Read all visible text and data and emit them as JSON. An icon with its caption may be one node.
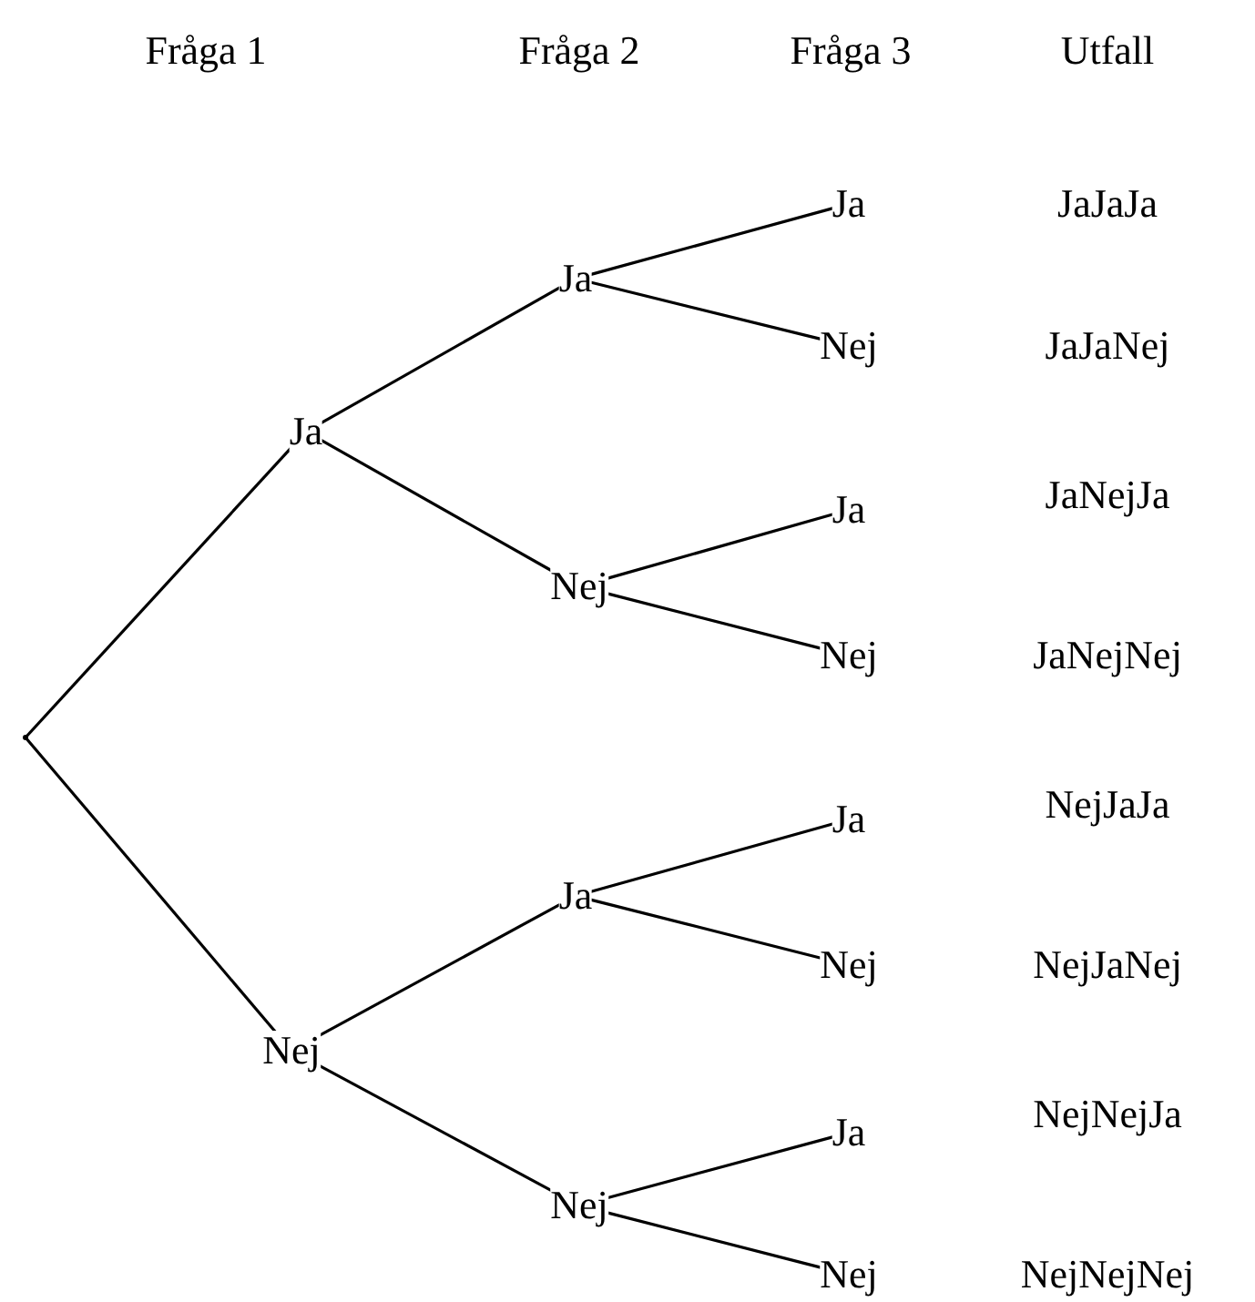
{
  "diagram": {
    "nodes": [
      {
        "text": [],
        "shape": "point"
      },
      {
        "text": [
          "Ja"
        ]
      },
      {
        "text": [
          "Ja"
        ]
      },
      {
        "text": [
          "Ja"
        ]
      },
      {
        "text": [
          "Nej"
        ]
      },
      {
        "text": [
          "Nej"
        ]
      },
      {
        "text": [
          "Ja"
        ]
      },
      {
        "text": [
          "Nej"
        ]
      },
      {
        "text": [
          "Nej"
        ]
      },
      {
        "text": [
          "Ja"
        ]
      },
      {
        "text": [
          "Ja"
        ]
      },
      {
        "text": [
          "Nej"
        ]
      },
      {
        "text": [
          "Nej"
        ]
      },
      {
        "text": [
          "Ja"
        ]
      },
      {
        "text": [
          "Nej"
        ]
      }
    ],
    "edges": [
      {
        "from": 0,
        "to": 1,
        "arrow": "none"
      },
      {
        "from": 1,
        "to": 2,
        "arrow": "none"
      },
      {
        "from": 2,
        "to": 3,
        "arrow": "none"
      },
      {
        "from": 2,
        "to": 4,
        "arrow": "none"
      },
      {
        "from": 1,
        "to": 5,
        "arrow": "none"
      },
      {
        "from": 5,
        "to": 6,
        "arrow": "none"
      },
      {
        "from": 5,
        "to": 7,
        "arrow": "none"
      },
      {
        "from": 0,
        "to": 8,
        "arrow": "none"
      },
      {
        "from": 8,
        "to": 9,
        "arrow": "none"
      },
      {
        "from": 9,
        "to": 10,
        "arrow": "none"
      },
      {
        "from": 9,
        "to": 11,
        "arrow": "none"
      },
      {
        "from": 8,
        "to": 12,
        "arrow": "none"
      },
      {
        "from": 12,
        "to": 13,
        "arrow": "none"
      },
      {
        "from": 12,
        "to": 14,
        "arrow": "none"
      }
    ],
    "labels": [
      "Fråga 1",
      "Fråga 2",
      "Fråga 3",
      "Utfall",
      "JaJaJa",
      "JaJaNej",
      "JaNejJa",
      "JaNejNej",
      "NejJaJa",
      "NejJaNej",
      "NejNejJa",
      "NejNejNej"
    ]
  }
}
